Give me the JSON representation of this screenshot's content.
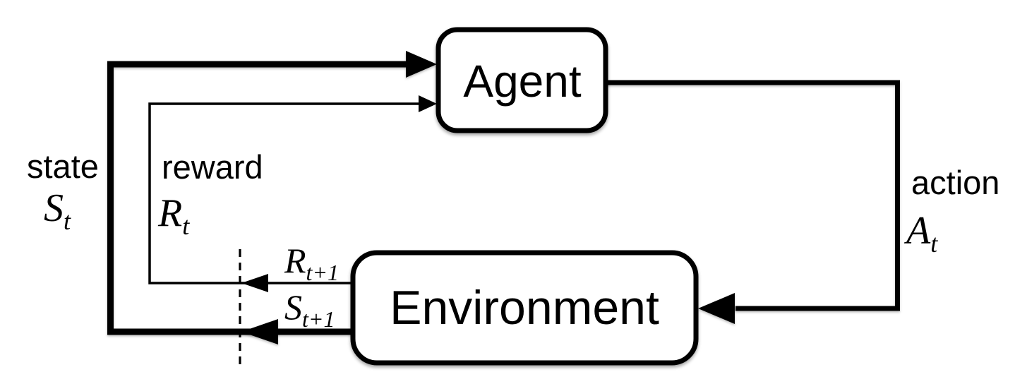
{
  "diagram": {
    "nodes": {
      "agent": {
        "label": "Agent"
      },
      "environment": {
        "label": "Environment"
      }
    },
    "labels": {
      "state": {
        "word": "state",
        "base": "S",
        "sub": "t"
      },
      "reward": {
        "word": "reward",
        "base": "R",
        "sub": "t"
      },
      "action": {
        "word": "action",
        "base": "A",
        "sub": "t"
      },
      "next_reward": {
        "base": "R",
        "sub": "t+1"
      },
      "next_state": {
        "base": "S",
        "sub": "t+1"
      }
    },
    "colors": {
      "ink": "#000000",
      "background": "#ffffff"
    }
  }
}
